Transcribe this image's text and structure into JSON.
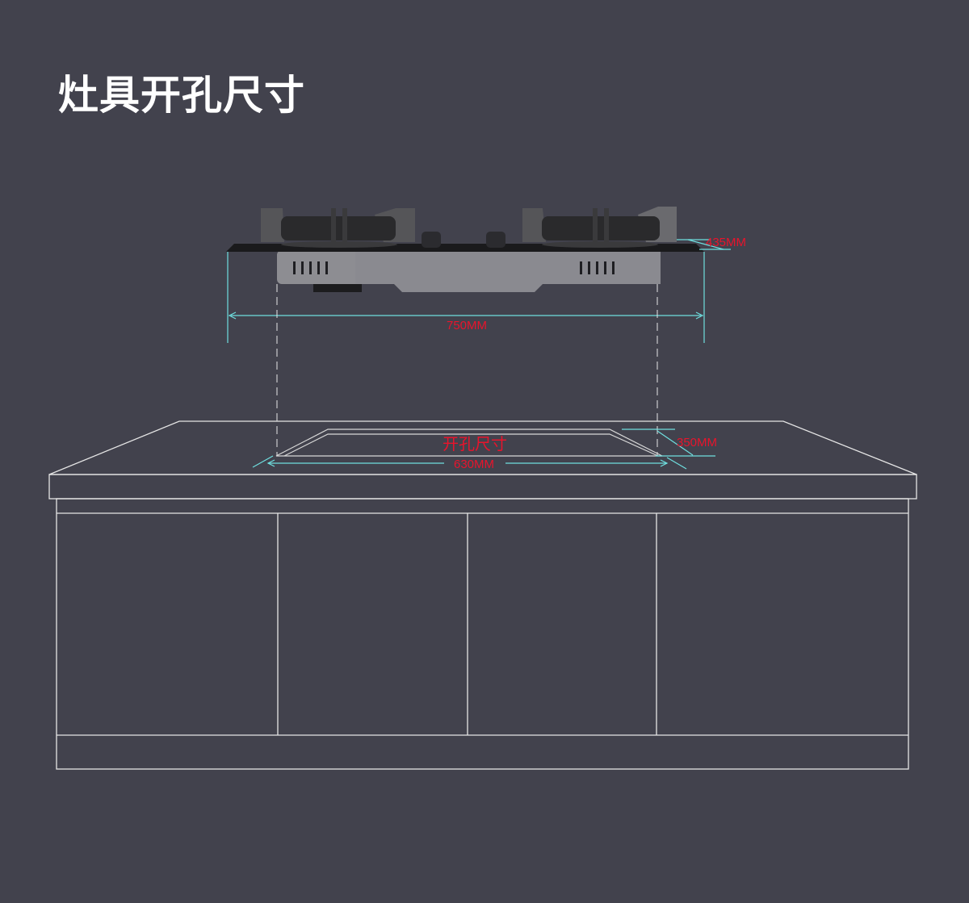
{
  "title": "灶具开孔尺寸",
  "dimensions": {
    "width_total": "750MM",
    "depth_total": "435MM",
    "cutout_width": "630MM",
    "cutout_depth": "350MM",
    "cutout_label": "开孔尺寸"
  },
  "colors": {
    "background": "#42424d",
    "dimension_line": "#6fe0e0",
    "dimension_text": "#e8142c",
    "outline": "#e6e6e6"
  }
}
